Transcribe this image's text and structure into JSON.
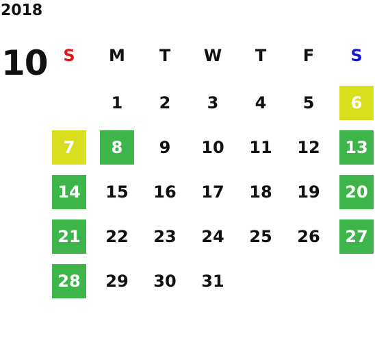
{
  "year": "2018",
  "month": "10",
  "weekdays": [
    {
      "label": "S",
      "color": "#e3131b"
    },
    {
      "label": "M",
      "color": "#111111"
    },
    {
      "label": "T",
      "color": "#111111"
    },
    {
      "label": "W",
      "color": "#111111"
    },
    {
      "label": "T",
      "color": "#111111"
    },
    {
      "label": "F",
      "color": "#111111"
    },
    {
      "label": "S",
      "color": "#1414d6"
    }
  ],
  "colors": {
    "weekend_highlight": "#3db54a",
    "holiday_highlight": "#d9de1f",
    "text": "#111111",
    "highlight_text": "#ffffff"
  },
  "weeks": [
    [
      null,
      "1",
      "2",
      "3",
      "4",
      "5",
      "6"
    ],
    [
      "7",
      "8",
      "9",
      "10",
      "11",
      "12",
      "13"
    ],
    [
      "14",
      "15",
      "16",
      "17",
      "18",
      "19",
      "20"
    ],
    [
      "21",
      "22",
      "23",
      "24",
      "25",
      "26",
      "27"
    ],
    [
      "28",
      "29",
      "30",
      "31",
      null,
      null,
      null
    ]
  ],
  "highlights": {
    "6": "yellow",
    "7": "yellow",
    "8": "green",
    "13": "green",
    "14": "green",
    "20": "green",
    "21": "green",
    "27": "green",
    "28": "green"
  }
}
